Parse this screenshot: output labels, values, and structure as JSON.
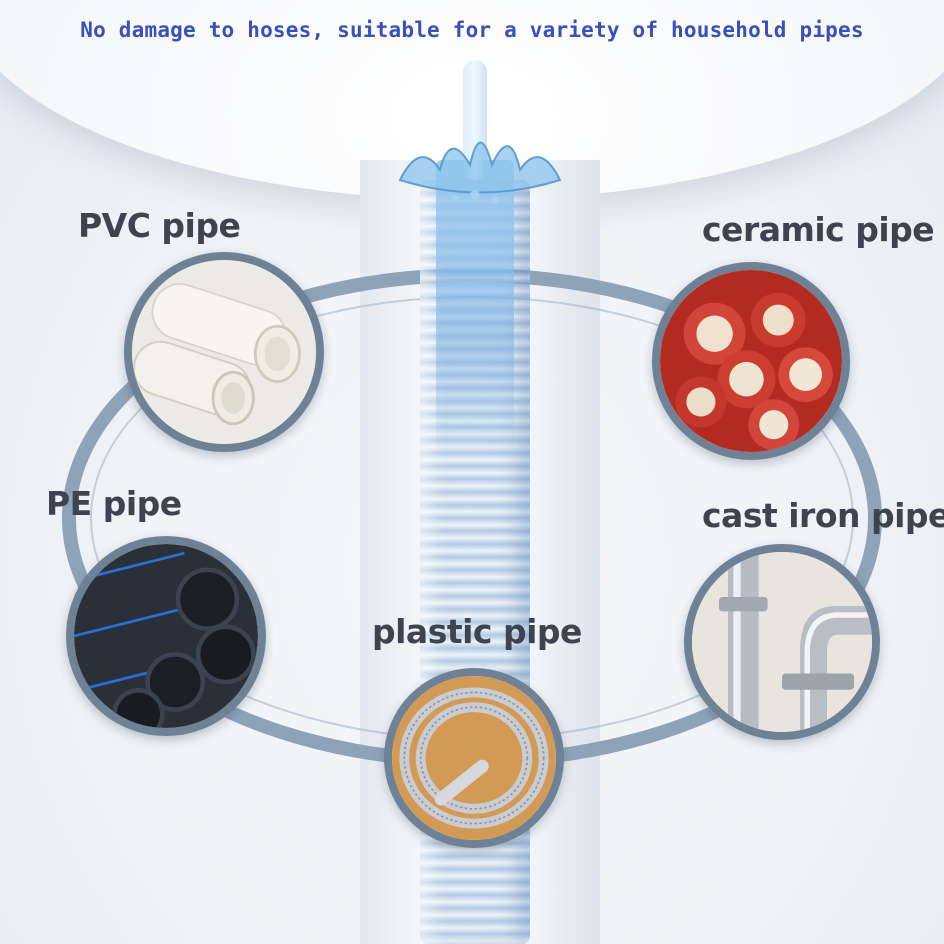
{
  "headline": "No damage to hoses, suitable for a variety of household pipes",
  "pipes": {
    "pvc": {
      "label": "PVC pipe",
      "icon": "pvc-pipe-photo"
    },
    "ceramic": {
      "label": "ceramic pipe",
      "icon": "ceramic-pipe-photo"
    },
    "pe": {
      "label": "PE pipe",
      "icon": "pe-pipe-photo"
    },
    "cast_iron": {
      "label": "cast iron pipe",
      "icon": "cast-iron-pipe-photo"
    },
    "plastic": {
      "label": "plastic pipe",
      "icon": "plastic-pipe-photo"
    }
  },
  "colors": {
    "headline": "#3b4fb8",
    "label": "#3d4450",
    "ring": "#8ea3b8",
    "ceramic_red": "#c8352a",
    "pe_black": "#1f242b",
    "pe_stripe": "#2b6fd6"
  }
}
